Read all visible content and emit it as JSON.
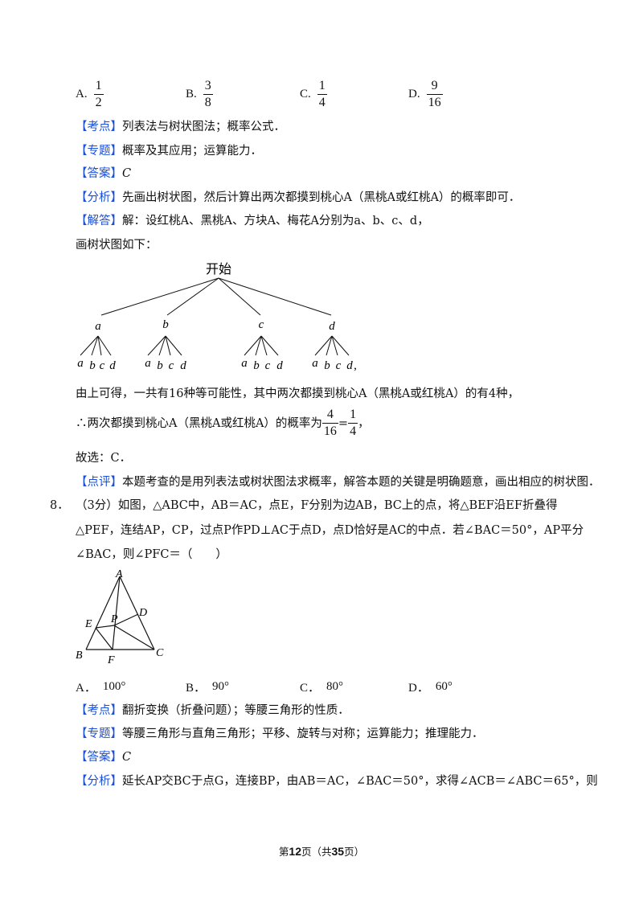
{
  "q7": {
    "options": [
      {
        "letter": "A.",
        "num": "1",
        "den": "2"
      },
      {
        "letter": "B.",
        "num": "3",
        "den": "8"
      },
      {
        "letter": "C.",
        "num": "1",
        "den": "4"
      },
      {
        "letter": "D.",
        "num": "9",
        "den": "16"
      }
    ],
    "kaodian_tag": "【考点】",
    "kaodian": "列表法与树状图法；概率公式．",
    "zhuanti_tag": "【专题】",
    "zhuanti": "概率及其应用；运算能力．",
    "daan_tag": "【答案】",
    "daan": "C",
    "fenxi_tag": "【分析】",
    "fenxi": "先画出树状图，然后计算出两次都摸到桃心A（黑桃A或红桃A）的概率即可．",
    "jieda_tag": "【解答】",
    "jieda": "解：设红桃A、黑桃A、方块A、梅花A分别为a、b、c、d，",
    "tree_intro": "画树状图如下：",
    "tree": {
      "root": "开始",
      "level1": [
        "a",
        "b",
        "c",
        "d"
      ],
      "level2": [
        "a",
        "b",
        "c",
        "d"
      ]
    },
    "conclusion1": "由上可得，一共有16种等可能性，其中两次都摸到桃心A（黑桃A或红桃A）的有4种，",
    "conclusion2_prefix": "∴两次都摸到桃心A（黑桃A或红桃A）的概率为",
    "conclusion2_frac1": {
      "num": "4",
      "den": "16"
    },
    "conclusion2_eq": "=",
    "conclusion2_frac2": {
      "num": "1",
      "den": "4"
    },
    "conclusion2_suffix": "，",
    "guxuan": "故选：C．",
    "dianping_tag": "【点评】",
    "dianping": "本题考查的是用列表法或树状图法求概率，解答本题的关键是明确题意，画出相应的树状图．"
  },
  "q8": {
    "number": "8．",
    "stem1": "（3分）如图，△ABC中，AB＝AC，点E，F分别为边AB，BC上的点，将△BEF沿EF折叠得",
    "stem2": "△PEF，连结AP，CP，过点P作PD⊥AC于点D，点D恰好是AC的中点．若∠BAC＝50°，AP平分",
    "stem3": "∠BAC，则∠PFC＝（　　）",
    "figure_labels": {
      "A": "A",
      "B": "B",
      "C": "C",
      "D": "D",
      "E": "E",
      "F": "F",
      "P": "P"
    },
    "options": [
      {
        "letter": "A．",
        "text": "100°"
      },
      {
        "letter": "B．",
        "text": "90°"
      },
      {
        "letter": "C．",
        "text": "80°"
      },
      {
        "letter": "D．",
        "text": "60°"
      }
    ],
    "kaodian_tag": "【考点】",
    "kaodian": "翻折变换（折叠问题）；等腰三角形的性质．",
    "zhuanti_tag": "【专题】",
    "zhuanti": "等腰三角形与直角三角形；平移、旋转与对称；运算能力；推理能力．",
    "daan_tag": "【答案】",
    "daan": "C",
    "fenxi_tag": "【分析】",
    "fenxi": "延长AP交BC于点G，连接BP，由AB＝AC，∠BAC＝50°，求得∠ACB＝∠ABC＝65°，则"
  },
  "footer": {
    "prefix": "第",
    "page": "12",
    "mid": "页（共",
    "total": "35",
    "suffix": "页）"
  }
}
